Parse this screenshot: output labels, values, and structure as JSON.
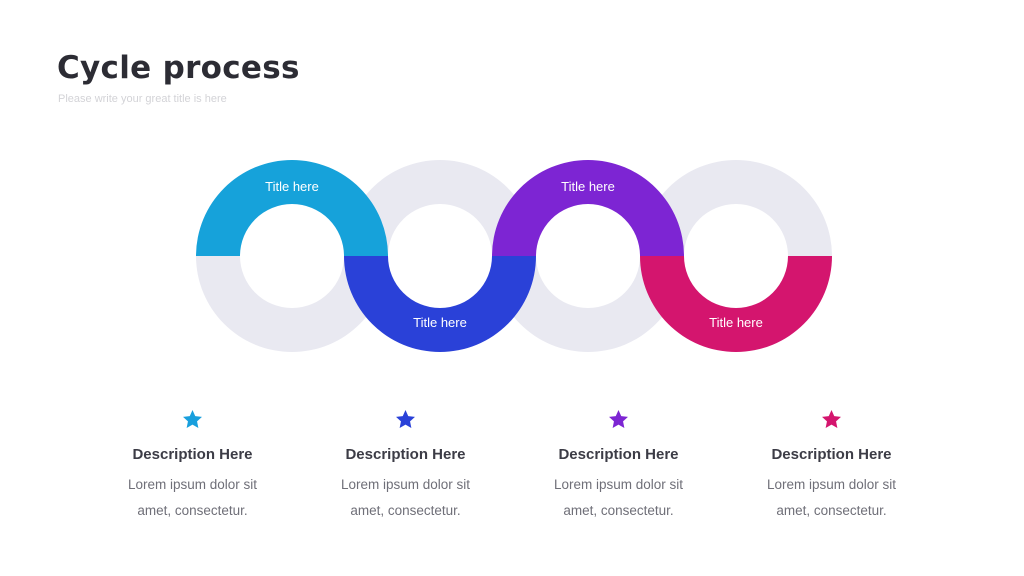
{
  "slide": {
    "title": "Cycle process",
    "subtitle": "Please write your great title is here"
  },
  "diagram": {
    "track_color": "#e9e9f1",
    "rings": [
      {
        "label": "Title here",
        "color": "#16a2da",
        "colored_half": "top"
      },
      {
        "label": "Title here",
        "color": "#2a41d8",
        "colored_half": "bottom"
      },
      {
        "label": "Title here",
        "color": "#7d25d3",
        "colored_half": "top"
      },
      {
        "label": "Title here",
        "color": "#d4156e",
        "colored_half": "bottom"
      }
    ]
  },
  "items": [
    {
      "star_color": "#189fdd",
      "heading": "Description Here",
      "body": "Lorem ipsum dolor sit amet, consectetur."
    },
    {
      "star_color": "#2a41d8",
      "heading": "Description Here",
      "body": "Lorem ipsum dolor sit amet, consectetur."
    },
    {
      "star_color": "#7d25d3",
      "heading": "Description Here",
      "body": "Lorem ipsum dolor sit amet, consectetur."
    },
    {
      "star_color": "#d4156e",
      "heading": "Description Here",
      "body": "Lorem ipsum dolor sit amet, consectetur."
    }
  ]
}
